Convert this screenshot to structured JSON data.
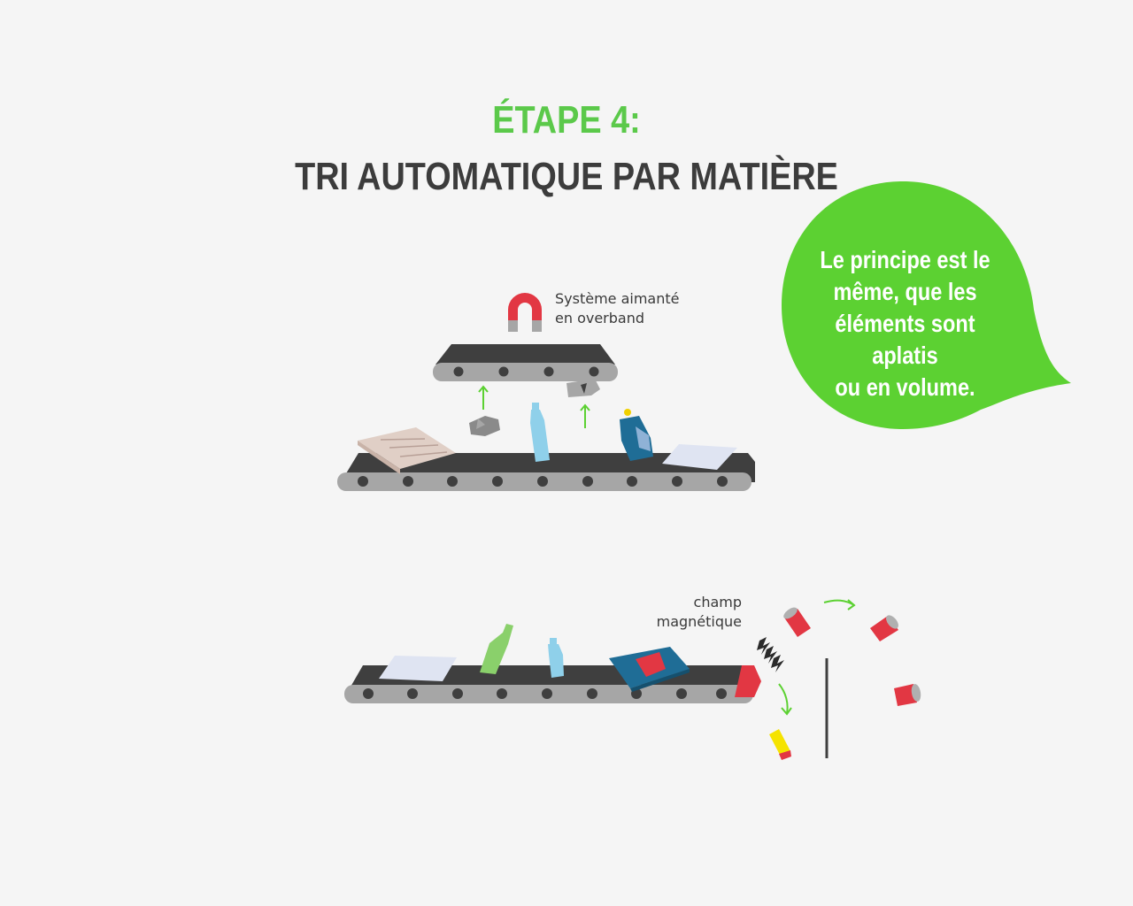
{
  "header": {
    "step": "ÉTAPE 4:",
    "title": "TRI AUTOMATIQUE PAR MATIÈRE"
  },
  "bubble": {
    "lines": [
      "Le principe est le",
      "même, que les",
      "éléments sont aplatis",
      "ou en volume."
    ]
  },
  "labels": {
    "magnet_lines": [
      "Système aimanté",
      "en overband"
    ],
    "field_lines": [
      "champ",
      "magnétique"
    ]
  },
  "colors": {
    "accent_green": "#5bc94a",
    "title_dark": "#3c3c3c",
    "belt_dark": "#3f3f3f",
    "belt_grey": "#a6a6a6",
    "can_red": "#e23743"
  }
}
